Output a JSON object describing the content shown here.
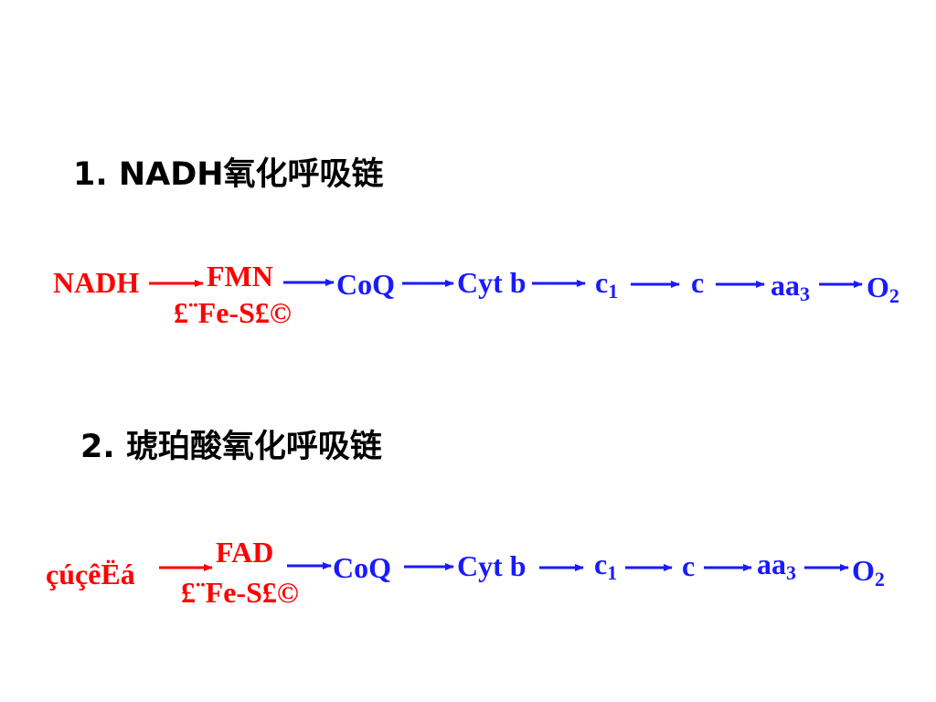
{
  "chain1": {
    "title": "1. NADH氧化呼吸链",
    "start": "NADH",
    "carrier_top": "FMN",
    "carrier_bottom": "£¨Fe-S£©",
    "steps": [
      {
        "base": "CoQ",
        "sub": ""
      },
      {
        "base": "Cyt b",
        "sub": ""
      },
      {
        "base": "c",
        "sub": "1"
      },
      {
        "base": "c",
        "sub": ""
      },
      {
        "base": "aa",
        "sub": "3"
      },
      {
        "base": "O",
        "sub": "2"
      }
    ]
  },
  "chain2": {
    "title": "2. 琥珀酸氧化呼吸链",
    "start": "çúçêËá",
    "carrier_top": "FAD",
    "carrier_bottom": "£¨Fe-S£©",
    "steps": [
      {
        "base": "CoQ",
        "sub": ""
      },
      {
        "base": "Cyt b",
        "sub": ""
      },
      {
        "base": "c",
        "sub": "1"
      },
      {
        "base": "c",
        "sub": ""
      },
      {
        "base": "aa",
        "sub": "3"
      },
      {
        "base": "O",
        "sub": "2"
      }
    ]
  },
  "colors": {
    "donor": "#ff0000",
    "carrier": "#1a1aff",
    "title": "#000000"
  }
}
